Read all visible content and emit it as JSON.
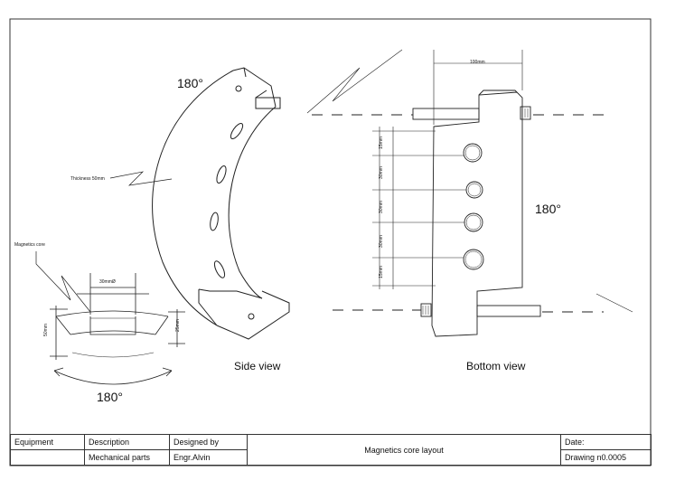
{
  "drawing": {
    "side_view": {
      "angle_top": "180°",
      "thickness": "Thickness 50mm",
      "magnetics_core": "Magnetics core",
      "section_width": "30mmØ",
      "section_height_left": "50mm",
      "section_height_right": "25mm",
      "angle_bottom": "180°",
      "caption": "Side view"
    },
    "bottom_view": {
      "width_dim": "100mm",
      "dims": [
        "15mm",
        "30mm",
        "30mm",
        "30mm",
        "15mm"
      ],
      "angle": "180°",
      "caption": "Bottom view"
    }
  },
  "title_block": {
    "equipment_header": "Equipment",
    "equipment_value": "",
    "description_header": "Description",
    "description_value": "Mechanical parts",
    "designed_by_header": "Designed by",
    "designed_by_value": "Engr.Alvin",
    "title": "Magnetics core layout",
    "date_header": "Date:",
    "drawing_number": "Drawing n0.0005"
  }
}
